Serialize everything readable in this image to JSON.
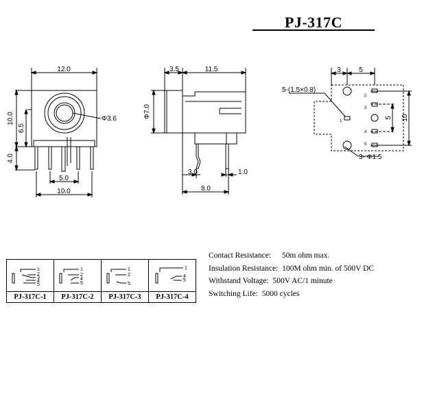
{
  "title": "PJ-317C",
  "front_view": {
    "dim_width_top": "12.0",
    "dim_height_total": "10.0",
    "dim_height_mid": "6.5",
    "dim_pin_length": "4.0",
    "dim_hole_dia": "Φ3.6",
    "dim_pin_span": "5.0",
    "dim_width_bottom": "10.0"
  },
  "side_view": {
    "dim_nose_length": "3.5",
    "dim_body_length": "11.5",
    "dim_nose_dia": "Φ7.0",
    "dim_pin_offset": "3.0",
    "dim_pin_width": "1.0",
    "dim_pin_spacing": "8.0"
  },
  "pcb_view": {
    "dim_left": "3",
    "dim_right": "5",
    "dim_slots": "5-(1.5×0.8)",
    "dim_vertical_inner": "5",
    "dim_vertical_outer": "10",
    "dim_holes": "3- Φ1.5",
    "pin_labels": [
      "1",
      "2",
      "3",
      "4",
      "5"
    ]
  },
  "variants": [
    {
      "label": "PJ-317C-1",
      "pins": [
        "1",
        "2",
        "3",
        "4",
        "5"
      ]
    },
    {
      "label": "PJ-317C-2",
      "pins": [
        "1",
        "2",
        "4",
        "5"
      ]
    },
    {
      "label": "PJ-317C-3",
      "pins": [
        "1",
        "2",
        "5"
      ]
    },
    {
      "label": "PJ-317C-4",
      "pins": [
        "1",
        "4",
        "5"
      ]
    }
  ],
  "specs": [
    {
      "label": "Contact Resistance:",
      "value": "50m ohm max."
    },
    {
      "label": "Insulation Resistance:",
      "value": "100M ohm min. of 500V DC"
    },
    {
      "label": "Withstand Voltage:",
      "value": "500V AC/1 minute"
    },
    {
      "label": "Switching Life:",
      "value": "5000 cycles"
    }
  ]
}
